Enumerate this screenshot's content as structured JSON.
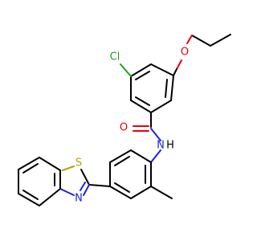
{
  "molecule": {
    "atom_labels": {
      "chlorine": "Cl",
      "ether_oxygen": "O",
      "carbonyl_oxygen": "O",
      "amide_nh": "N",
      "amide_h": "H",
      "thiazole_sulfur": "S",
      "thiazole_nitrogen": "N"
    }
  },
  "colors": {
    "carbon_bond": "#000000",
    "oxygen": "#e8000b",
    "nitrogen": "#1f1fe0",
    "sulfur": "#b8a300",
    "chlorine": "#1fa01f"
  }
}
